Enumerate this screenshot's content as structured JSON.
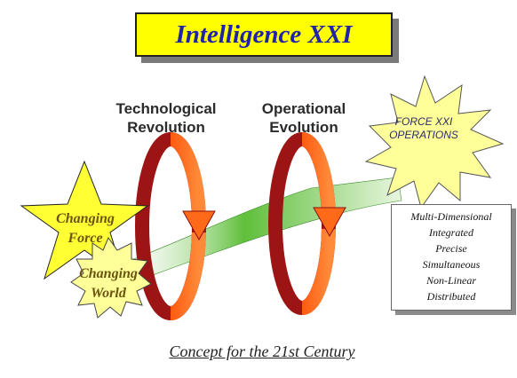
{
  "title": "Intelligence XXI",
  "headings": {
    "technological": [
      "Technological",
      "Revolution"
    ],
    "operational": [
      "Operational",
      "Evolution"
    ]
  },
  "force_xxi": [
    "FORCE XXI",
    "OPERATIONS"
  ],
  "changing_force": [
    "Changing",
    "Force"
  ],
  "changing_world": [
    "Changing",
    "World"
  ],
  "attributes": [
    "Multi-Dimensional",
    "Integrated",
    "Precise",
    "Simultaneous",
    "Non-Linear",
    "Distributed"
  ],
  "caption": "Concept for the 21st Century",
  "colors": {
    "title_bg": "#ffff00",
    "title_text": "#1f23a8",
    "arrow_front": "#ff6a1a",
    "arrow_back": "#b01818",
    "star": "#ffff33",
    "burst": "#ffff99",
    "swoosh": "#5fbf3a"
  }
}
